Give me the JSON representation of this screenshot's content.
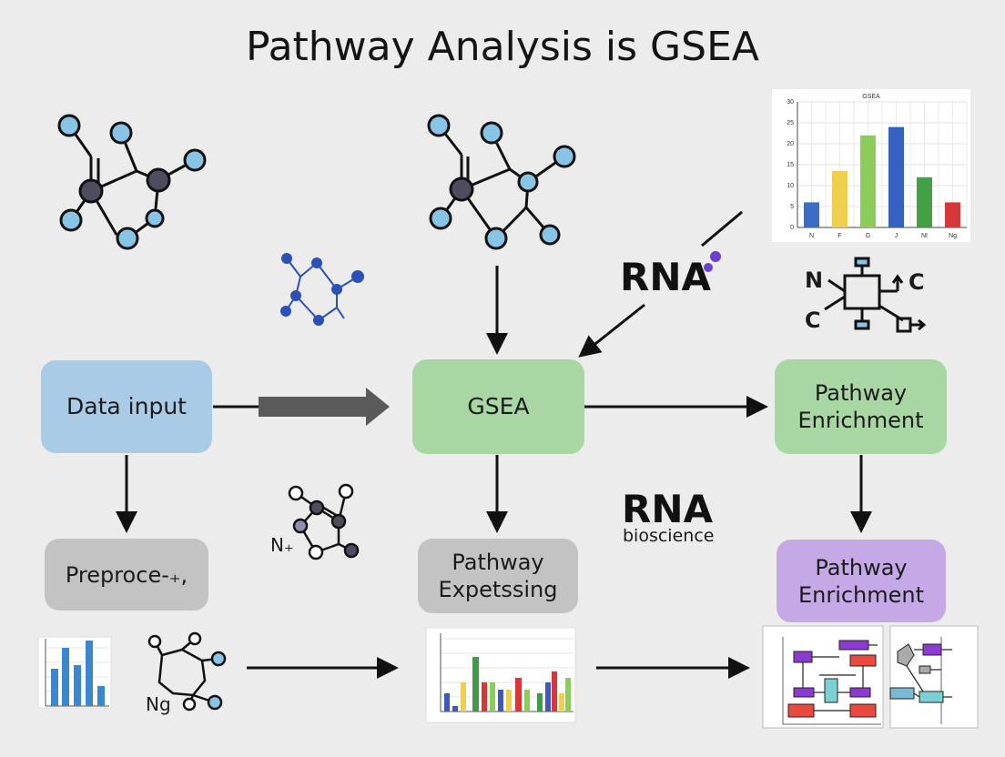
{
  "title": "Pathway Analysis is GSEA",
  "boxes": {
    "data_input": "Data input",
    "gsea": "GSEA",
    "pathway_enrichment_top_1": "Pathway",
    "pathway_enrichment_top_2": "Enrichment",
    "preprocess": "Preproce-₊,",
    "pathway_expetssing_1": "Pathway",
    "pathway_expetssing_2": "Expetssing",
    "pathway_enrichment_bottom_1": "Pathway",
    "pathway_enrichment_bottom_2": "Enrichment"
  },
  "labels": {
    "rna_top": "RNA",
    "rna_mid": "RNA",
    "bioscience": "bioscience",
    "n_plus": "N₊",
    "ng": "Ng",
    "n_letter": "N",
    "c_letter_right": "C",
    "c_letter_left": "C"
  },
  "colors": {
    "blue_box": "#a9cbe6",
    "green_box": "#a8d7a4",
    "gray_box": "#c3c3c3",
    "purple_box": "#c4a9e6"
  },
  "chart_data": [
    {
      "type": "bar",
      "title": "GSEA",
      "categories": [
        "N",
        "F",
        "G",
        "J",
        "NI",
        "Ng"
      ],
      "values": [
        6,
        13.5,
        22,
        24,
        12,
        6
      ],
      "colors": [
        "#3a6ec4",
        "#f1cf4e",
        "#8ccd5a",
        "#3562c0",
        "#44a045",
        "#d9363a"
      ],
      "yticks": [
        "0",
        "5",
        "10",
        "15",
        "20",
        "25",
        "30"
      ],
      "ylim": [
        0,
        30
      ]
    }
  ]
}
